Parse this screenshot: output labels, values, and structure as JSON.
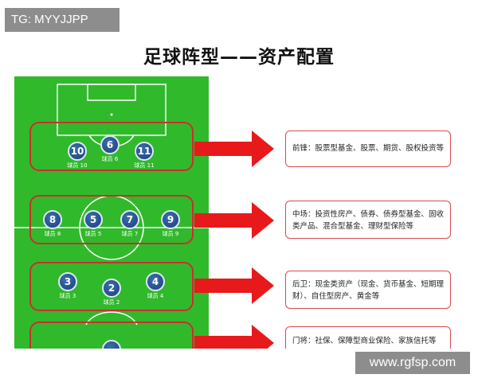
{
  "watermark_tag": "TG: MYYJJPP",
  "title": "足球阵型——资产配置",
  "site_watermark": "www.rgfsp.com",
  "colors": {
    "pitch": "#2fb52a",
    "zone_border": "#c9302c",
    "arrow": "#e8191a",
    "player": "#1b3f7a"
  },
  "zones": [
    {
      "id": "forward",
      "players": [
        {
          "number": "10",
          "label": "球员 10"
        },
        {
          "number": "6",
          "label": "球员 6"
        },
        {
          "number": "11",
          "label": "球员 11"
        }
      ],
      "description": "前锋：股票型基金、股票、期货、股权投资等"
    },
    {
      "id": "midfield",
      "players": [
        {
          "number": "8",
          "label": "球员 8"
        },
        {
          "number": "5",
          "label": "球员 5"
        },
        {
          "number": "7",
          "label": "球员 7"
        },
        {
          "number": "9",
          "label": "球员 9"
        }
      ],
      "description": "中场：投资性房产、债券、债券型基金、固收类产品、混合型基金、理财型保险等"
    },
    {
      "id": "defense",
      "players": [
        {
          "number": "3",
          "label": "球员 3"
        },
        {
          "number": "2",
          "label": "球员 2"
        },
        {
          "number": "4",
          "label": "球员 4"
        }
      ],
      "description": "后卫：现金类资产（现金、货币基金、短期理财）、自住型房产、黄金等"
    },
    {
      "id": "goalkeeper",
      "players": [
        {
          "number": "",
          "label": ""
        }
      ],
      "description": "门将：社保、保障型商业保险、家族信托等"
    }
  ]
}
